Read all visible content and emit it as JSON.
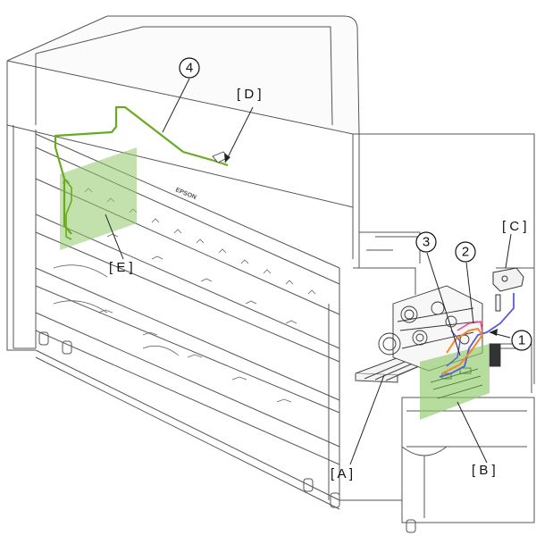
{
  "logo_text": "EPSON",
  "callouts": {
    "c1": "1",
    "c2": "2",
    "c3": "3",
    "c4": "4"
  },
  "labels": {
    "A": "[ A ]",
    "B": "[ B ]",
    "C": "[ C ]",
    "D": "[ D ]",
    "E": "[ E ]"
  },
  "colors": {
    "line": "#555555",
    "cable_green": "#6aaa1e",
    "highlight": "#8fc96a",
    "cable_blue": "#5b5bd6",
    "cable_orange": "#f08a2c",
    "cable_pink": "#e44a8a"
  }
}
